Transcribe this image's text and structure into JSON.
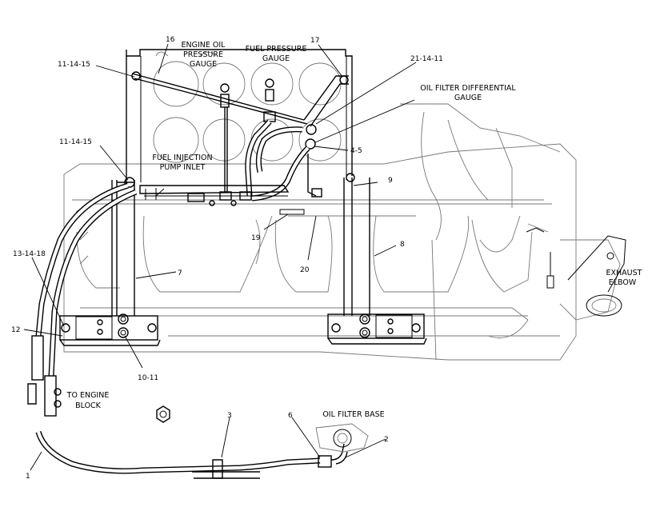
{
  "labels": {
    "engine_oil_pressure_gauge_1": "ENGINE OIL",
    "engine_oil_pressure_gauge_2": "PRESSURE",
    "engine_oil_pressure_gauge_3": "GAUGE",
    "fuel_pressure_gauge_1": "FUEL PRESSURE",
    "fuel_pressure_gauge_2": "GAUGE",
    "oil_filter_diff_gauge_1": "OIL FILTER DIFFERENTIAL",
    "oil_filter_diff_gauge_2": "GAUGE",
    "fuel_injection_pump_inlet_1": "FUEL INJECTION",
    "fuel_injection_pump_inlet_2": "PUMP INLET",
    "to_engine_block_1": "TO ENGINE",
    "to_engine_block_2": "BLOCK",
    "oil_filter_base": "OIL FILTER BASE",
    "exhaust_elbow_1": "EXHAUST",
    "exhaust_elbow_2": "ELBOW"
  },
  "callouts": {
    "c_11_14_15_top": "11-14-15",
    "c_16": "16",
    "c_17": "17",
    "c_21_14_11": "21-14-11",
    "c_4_5": "4-5",
    "c_11_14_15_mid": "11-14-15",
    "c_9": "9",
    "c_8": "8",
    "c_19": "19",
    "c_20": "20",
    "c_7": "7",
    "c_13_14_18": "13-14-18",
    "c_12": "12",
    "c_10_11": "10-11",
    "c_3": "3",
    "c_6": "6",
    "c_2": "2",
    "c_1": "1"
  }
}
